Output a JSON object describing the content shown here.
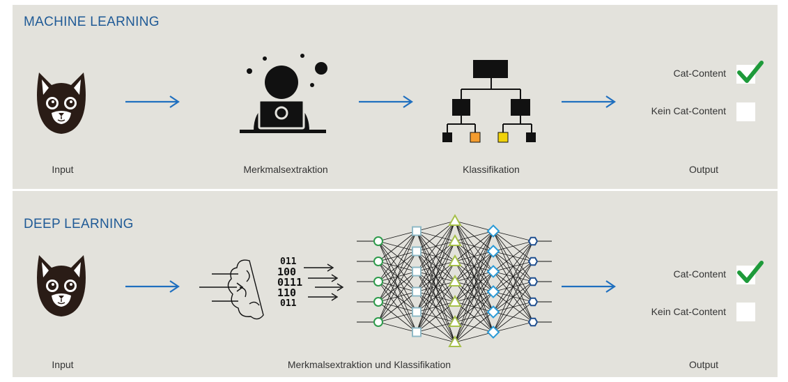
{
  "sections": {
    "ml": {
      "title": "MACHINE LEARNING",
      "stage_labels": {
        "input": "Input",
        "features": "Merkmalsextraktion",
        "classification": "Klassifikation",
        "output": "Output"
      },
      "outputs": [
        {
          "label": "Cat-Content",
          "checked": true
        },
        {
          "label": "Kein Cat-Content",
          "checked": false
        }
      ]
    },
    "dl": {
      "title": "DEEP LEARNING",
      "stage_labels": {
        "input": "Input",
        "features": "Merkmalsextraktion und Klassifikation",
        "output": "Output"
      },
      "binary_rows": [
        "011",
        "100",
        "0111",
        "110",
        "011"
      ],
      "network_layers": [
        {
          "shape": "circle",
          "count": 5,
          "color": "#2e9b4b"
        },
        {
          "shape": "square",
          "count": 6,
          "color": "#8fb9c6"
        },
        {
          "shape": "triangle",
          "count": 7,
          "color": "#a6c04a"
        },
        {
          "shape": "diamond",
          "count": 6,
          "color": "#2a9ad6"
        },
        {
          "shape": "hexagon",
          "count": 5,
          "color": "#1f4f8f"
        }
      ],
      "outputs": [
        {
          "label": "Cat-Content",
          "checked": true
        },
        {
          "label": "Kein Cat-Content",
          "checked": false
        }
      ]
    }
  },
  "colors": {
    "panel_bg": "#e3e2dc",
    "title": "#1f5a96",
    "arrow": "#1f6fbf",
    "check": "#1e9a3a",
    "leaf_orange": "#f39c2f",
    "leaf_yellow": "#f0d20a"
  },
  "icons": {
    "cat": "cat-face-icon",
    "person_laptop": "person-laptop-icon",
    "tree": "decision-tree-icon",
    "brain": "brain-binary-icon",
    "network": "neural-network-icon",
    "check": "checkmark-icon"
  }
}
